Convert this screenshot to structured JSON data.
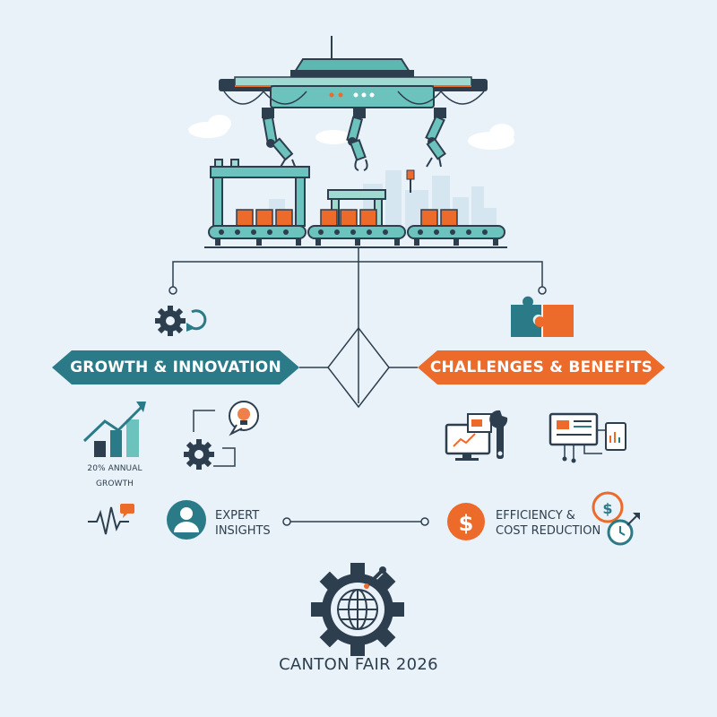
{
  "left_branch": {
    "banner": "GROWTH & INNOVATION",
    "growth_caption": "20% ANNUAL GROWTH",
    "expert_label_line1": "EXPERT",
    "expert_label_line2": "INSIGHTS"
  },
  "right_branch": {
    "banner": "CHALLENGES & BENEFITS",
    "efficiency_label_line1": "EFFICIENCY &",
    "efficiency_label_line2": "COST REDUCTION"
  },
  "footer": {
    "title": "CANTON FAIR 2026"
  },
  "icons": {
    "dollar": "$",
    "dollar_clock": "$"
  },
  "colors": {
    "background": "#e9f2f9",
    "teal": "#2a7a88",
    "light_teal": "#6cc3bd",
    "orange": "#ec6a2a",
    "navy": "#2d3e4e"
  }
}
